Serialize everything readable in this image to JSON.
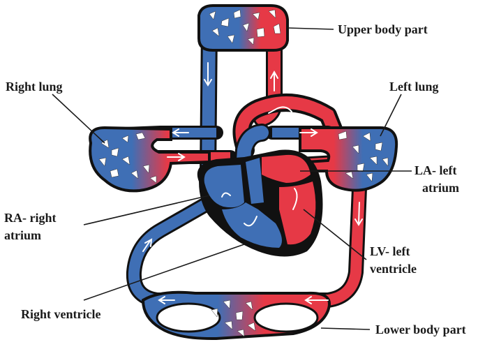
{
  "labels": {
    "upper_body": "Upper body part",
    "right_lung": "Right lung",
    "left_lung": "Left lung",
    "la_line1": "LA- left",
    "la_line2": "atrium",
    "ra_line1": "RA- right",
    "ra_line2": "atrium",
    "lv_line1": "LV- left",
    "lv_line2": "ventricle",
    "right_ventricle": "Right ventricle",
    "lower_body": "Lower body part"
  },
  "colors": {
    "deoxygenated": "#3f6fb5",
    "oxygenated": "#e63946",
    "outline": "#111111"
  }
}
